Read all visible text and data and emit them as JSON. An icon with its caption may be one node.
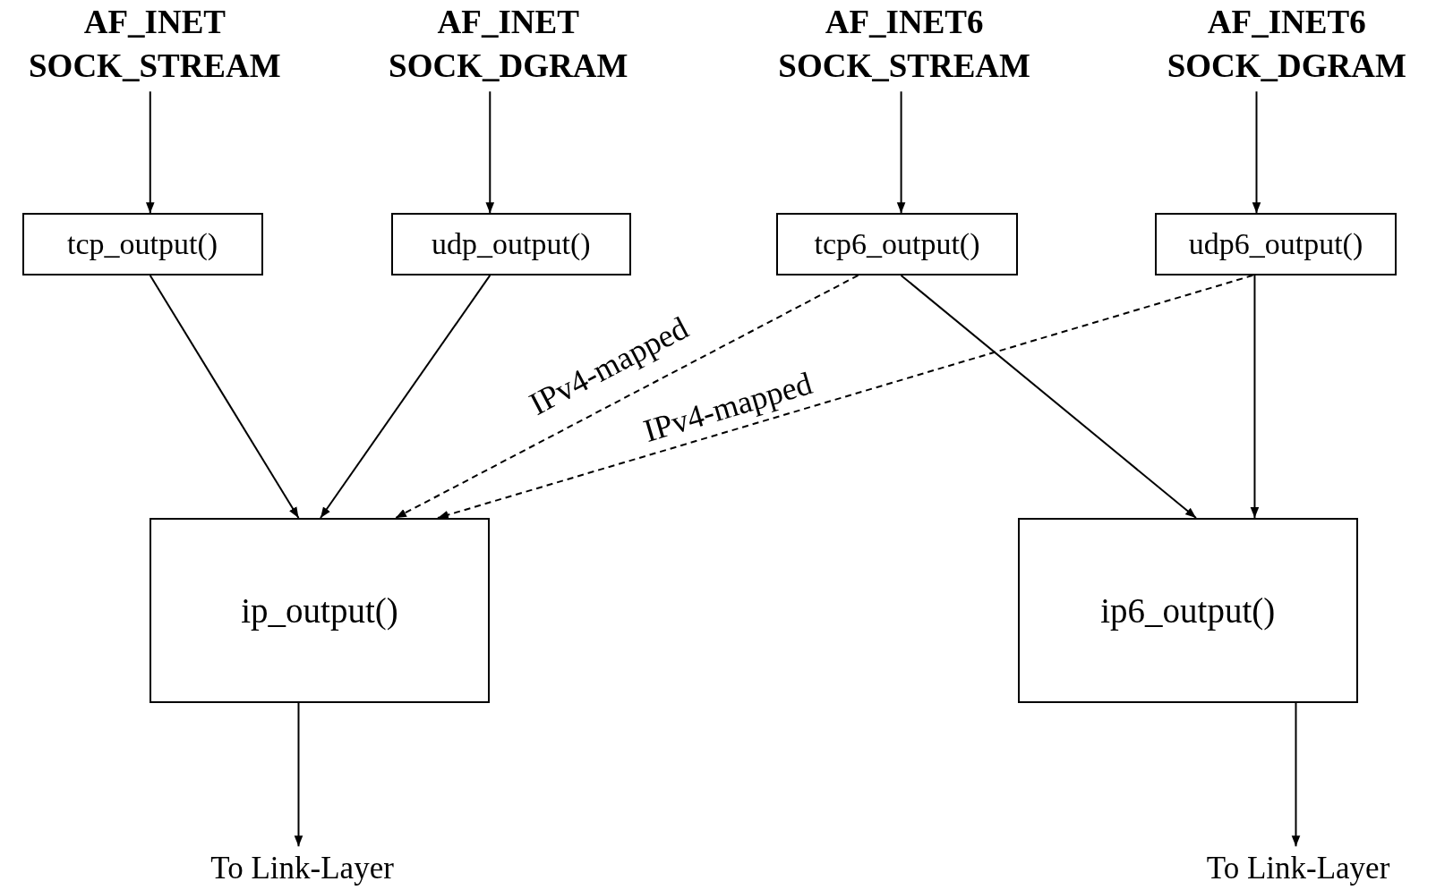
{
  "diagram": {
    "nodes": [
      {
        "text": [
          "AF_INET SOCK_STREAM"
        ]
      },
      {
        "text": [
          "AF_INET SOCK_DGRAM"
        ]
      },
      {
        "text": [
          "AF_INET6 SOCK_STREAM"
        ]
      },
      {
        "text": [
          "AF_INET6 SOCK_DGRAM"
        ]
      },
      {
        "text": [
          "tcp_output()"
        ]
      },
      {
        "text": [
          "udp_output()"
        ]
      },
      {
        "text": [
          "tcp6_output()"
        ]
      },
      {
        "text": [
          "udp6_output()"
        ]
      },
      {
        "text": [
          "ip_output()"
        ]
      },
      {
        "text": [
          "ip6_output()"
        ]
      },
      {
        "text": [
          "To Link-Layer"
        ]
      },
      {
        "text": [
          "To Link-Layer"
        ]
      }
    ],
    "edges": [
      {
        "from": 0,
        "to": 4,
        "arrow": "to"
      },
      {
        "from": 1,
        "to": 5,
        "arrow": "to"
      },
      {
        "from": 2,
        "to": 6,
        "arrow": "to"
      },
      {
        "from": 3,
        "to": 7,
        "arrow": "to"
      },
      {
        "from": 4,
        "to": 8,
        "arrow": "to"
      },
      {
        "from": 5,
        "to": 8,
        "arrow": "to"
      },
      {
        "from": 6,
        "to": 8,
        "arrow": "to",
        "label": "IPv4-mapped",
        "style": "dashed"
      },
      {
        "from": 7,
        "to": 8,
        "arrow": "to",
        "label": "IPv4-mapped",
        "style": "dashed"
      },
      {
        "from": 6,
        "to": 9,
        "arrow": "to"
      },
      {
        "from": 7,
        "to": 9,
        "arrow": "to"
      },
      {
        "from": 8,
        "to": 10,
        "arrow": "to"
      },
      {
        "from": 9,
        "to": 11,
        "arrow": "to"
      }
    ]
  }
}
